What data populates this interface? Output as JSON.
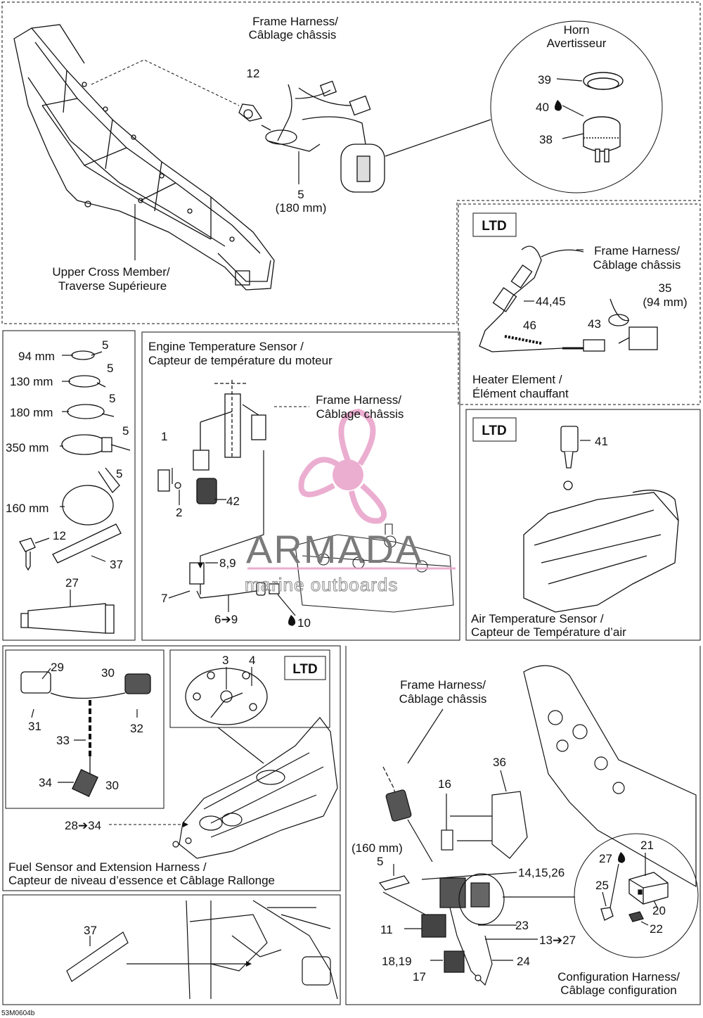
{
  "sections": {
    "frame": {
      "title_en": "Frame Harness/",
      "title_fr": "Câblage châssis",
      "part12": "12",
      "part5": "5",
      "part5_len": "(180 mm)",
      "cross_en": "Upper Cross Member/",
      "cross_fr": "Traverse Supérieure"
    },
    "horn": {
      "title_en": "Horn",
      "title_fr": "Avertisseur",
      "p39": "39",
      "p40": "40",
      "p38": "38"
    },
    "heater": {
      "badge": "LTD",
      "harness_en": "Frame Harness/",
      "harness_fr": "Câblage châssis",
      "p35": "35",
      "p35_len": "(94 mm)",
      "p4445": "44,45",
      "p46": "46",
      "p43": "43",
      "title_en": "Heater Element /",
      "title_fr": "Élément chauffant"
    },
    "ties": {
      "rows": [
        {
          "len": "94 mm",
          "num": "5"
        },
        {
          "len": "130 mm",
          "num": "5"
        },
        {
          "len": "180 mm",
          "num": "5"
        },
        {
          "len": "350 mm",
          "num": "5"
        },
        {
          "len": "160 mm",
          "num": "5"
        }
      ],
      "p12": "12",
      "p37": "37",
      "p27": "27"
    },
    "engine": {
      "title_en": "Engine Temperature Sensor /",
      "title_fr": "Capteur de température du moteur",
      "harness_en": "Frame Harness/",
      "harness_fr": "Câblage châssis",
      "p1": "1",
      "p2": "2",
      "p42": "42",
      "p89": "8,9",
      "p7": "7",
      "p69": "6➔9",
      "p10": "10"
    },
    "air": {
      "badge": "LTD",
      "p41": "41",
      "title_en": "Air Temperature Sensor /",
      "title_fr": "Capteur de Température d’air"
    },
    "fuel": {
      "badge": "LTD",
      "p3": "3",
      "p4": "4",
      "p29": "29",
      "p30a": "30",
      "p31": "31",
      "p32": "32",
      "p33": "33",
      "p34": "34",
      "p30b": "30",
      "p2834": "28➔34",
      "title_en": "Fuel Sensor and Extension Harness /",
      "title_fr": "Capteur de niveau d’essence et Câblage Rallonge"
    },
    "bottom": {
      "p37": "37"
    },
    "config": {
      "harness_en": "Frame Harness/",
      "harness_fr": "Câblage châssis",
      "p36": "36",
      "p16": "16",
      "p5_len": "(160 mm)",
      "p5": "5",
      "p141526": "14,15,26",
      "p11": "11",
      "p23": "23",
      "p1327": "13➔27",
      "p1819": "18,19",
      "p17": "17",
      "p24": "24",
      "p21": "21",
      "p27": "27",
      "p25": "25",
      "p20": "20",
      "p22": "22",
      "title_en": "Configuration Harness/",
      "title_fr": "Câblage configuration"
    }
  },
  "watermark": {
    "brand": "ARMADA",
    "sub": "marine outboards"
  },
  "ref_code": "53M0604b",
  "colors": {
    "line": "#111111",
    "logo_pink": "#e8a0c8"
  },
  "icons": {
    "drop": "oil-drop-icon",
    "arrow": "range-arrow-icon"
  }
}
